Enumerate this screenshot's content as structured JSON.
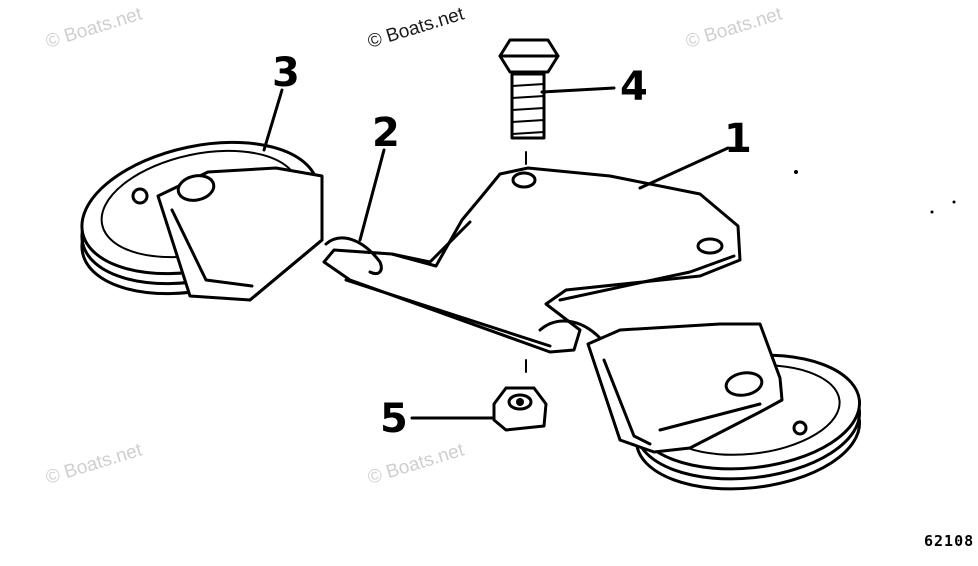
{
  "watermark": "© Boats.net",
  "figure_number": "62108",
  "callouts": [
    {
      "id": "1",
      "label": "1"
    },
    {
      "id": "2",
      "label": "2"
    },
    {
      "id": "3",
      "label": "3"
    },
    {
      "id": "4",
      "label": "4"
    },
    {
      "id": "5",
      "label": "5"
    }
  ]
}
